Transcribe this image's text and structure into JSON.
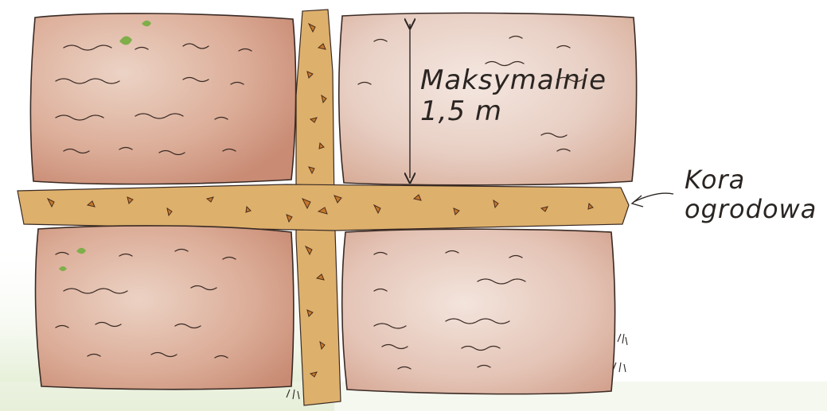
{
  "labels": {
    "max_width_line1": "Maksymalnie",
    "max_width_line2": "1,5 m",
    "bark_line1": "Kora",
    "bark_line2": "ogrodowa"
  },
  "colors": {
    "bed_fill": "#d9a894",
    "bed_fill_light": "#ead2c8",
    "bed_outline": "#3a2a24",
    "bark_path": "#d9a35a",
    "bark_chip": "#c6782c",
    "bark_chip_dark": "#5a3a22",
    "grass_tint": "#dbe8c8",
    "ink": "#2a2522"
  }
}
